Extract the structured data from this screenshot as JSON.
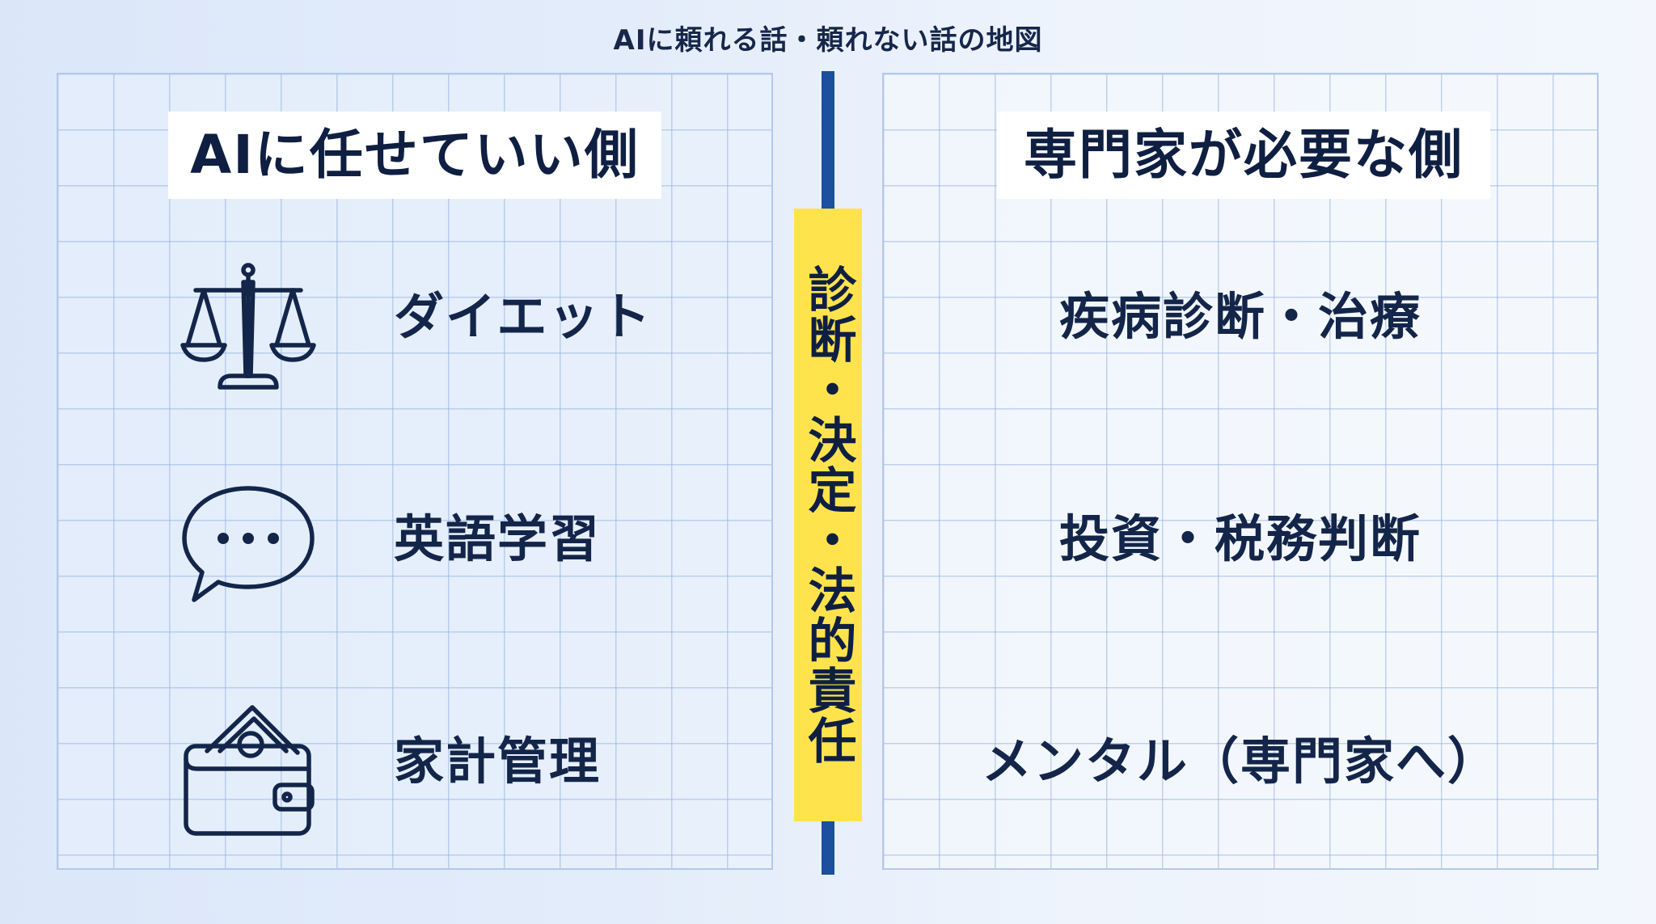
{
  "title": "AIに頼れる話・頼れない話の地図",
  "left_panel": {
    "heading": "AIに任せていい側",
    "items": [
      {
        "label": "ダイエット",
        "icon": "balance-scale-icon"
      },
      {
        "label": "英語学習",
        "icon": "speech-bubble-icon"
      },
      {
        "label": "家計管理",
        "icon": "wallet-icon"
      }
    ]
  },
  "divider": {
    "label": "診断・決定・法的責任"
  },
  "right_panel": {
    "heading": "専門家が必要な側",
    "items": [
      {
        "label": "疾病診断・治療"
      },
      {
        "label": "投資・税務判断"
      },
      {
        "label": "メンタル（専門家へ）"
      }
    ]
  },
  "colors": {
    "accent_line": "#1c4f9e",
    "highlight": "#ffe34d",
    "text": "#14254a",
    "grid": "#b4c8ea"
  }
}
